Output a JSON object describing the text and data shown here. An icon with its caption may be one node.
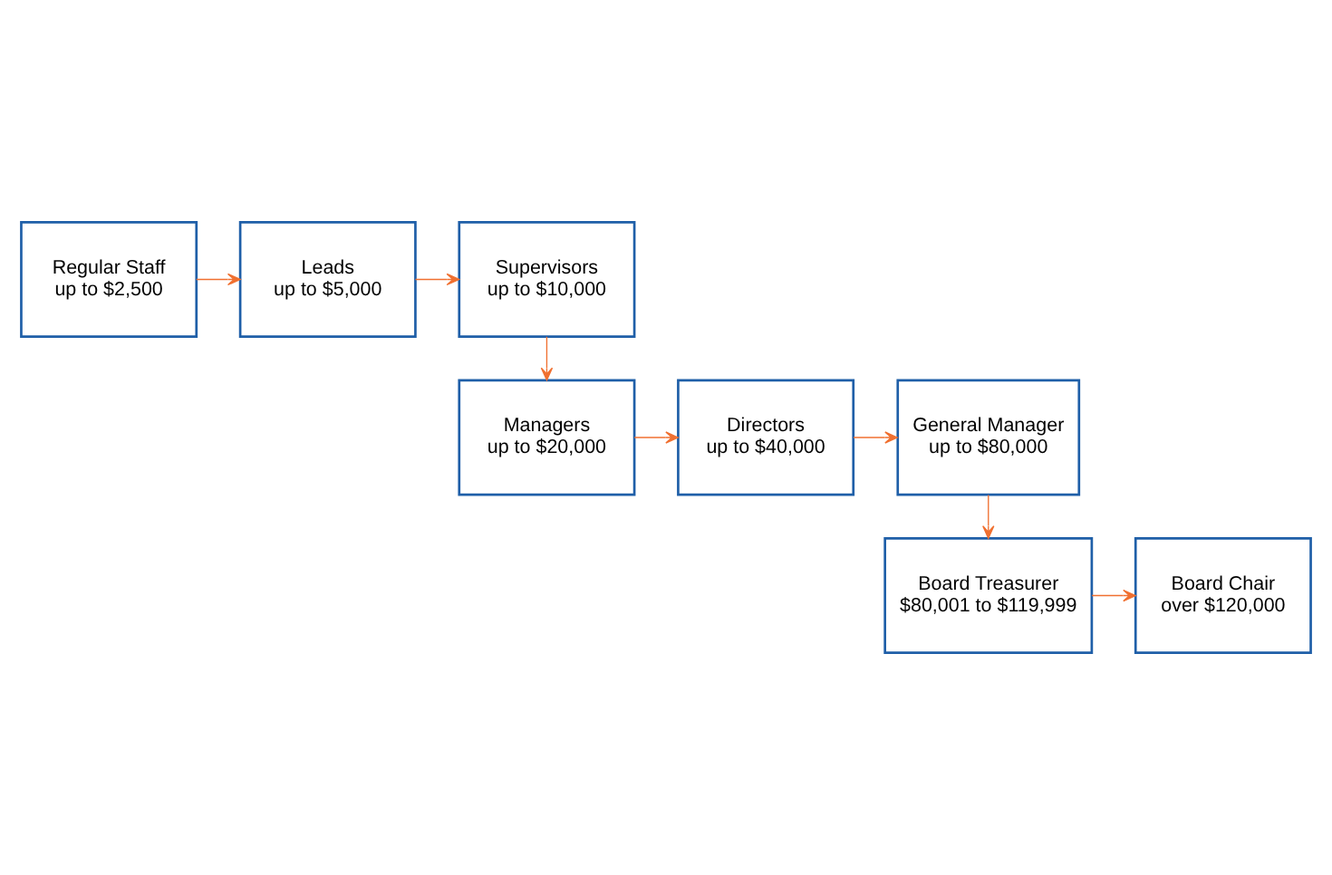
{
  "diagram": {
    "nodes": [
      {
        "text": [
          "Regular Staff",
          "up to $2,500"
        ]
      },
      {
        "text": [
          "Leads",
          "up to $5,000"
        ]
      },
      {
        "text": [
          "Supervisors",
          "up to $10,000"
        ]
      },
      {
        "text": [
          "Managers",
          "up to $20,000"
        ]
      },
      {
        "text": [
          "Directors",
          "up to $40,000"
        ]
      },
      {
        "text": [
          "General Manager",
          "up to $80,000"
        ]
      },
      {
        "text": [
          "Board Treasurer",
          "$80,001 to $119,999"
        ]
      },
      {
        "text": [
          "Board Chair",
          "over $120,000"
        ]
      }
    ],
    "edges": [
      {
        "from": 0,
        "to": 1,
        "arrow": "to"
      },
      {
        "from": 1,
        "to": 2,
        "arrow": "to"
      },
      {
        "from": 2,
        "to": 3,
        "arrow": "to"
      },
      {
        "from": 3,
        "to": 4,
        "arrow": "to"
      },
      {
        "from": 4,
        "to": 5,
        "arrow": "to"
      },
      {
        "from": 5,
        "to": 6,
        "arrow": "to"
      },
      {
        "from": 6,
        "to": 7,
        "arrow": "to"
      }
    ]
  }
}
